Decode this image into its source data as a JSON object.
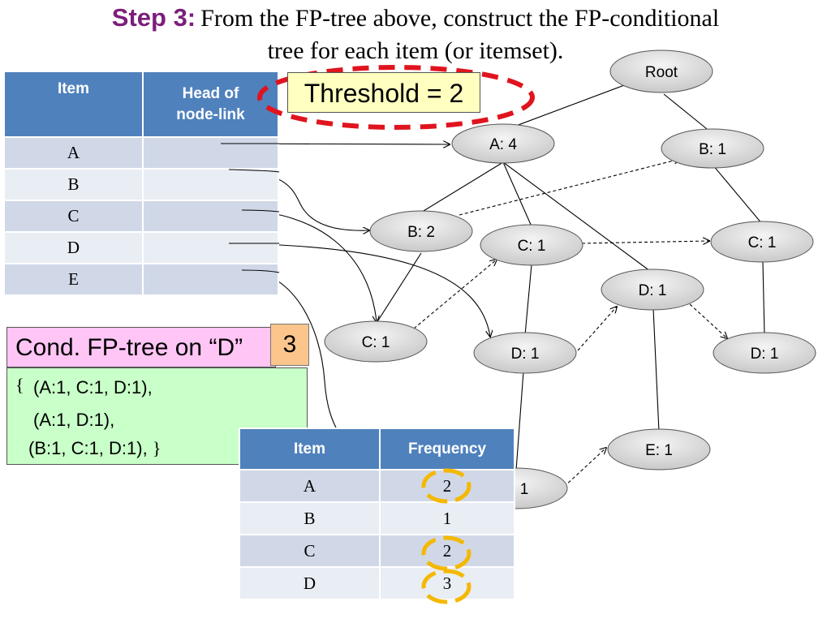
{
  "title": {
    "step": "Step 3:",
    "line1": "From the FP-tree above, construct the FP-conditional",
    "line2": "tree for each item (or itemset)."
  },
  "header_table": {
    "columns": [
      "Item",
      "Head of\nnode-link"
    ],
    "items": [
      "A",
      "B",
      "C",
      "D",
      "E"
    ]
  },
  "threshold": {
    "label": "Threshold = 2"
  },
  "tree_nodes": {
    "root": "Root",
    "a4": "A: 4",
    "b1_right": "B: 1",
    "b2": "B: 2",
    "c1_mid": "C: 1",
    "c1_right": "C: 1",
    "c1_left": "C: 1",
    "d1_upper": "D: 1",
    "d1_mid": "D: 1",
    "d1_right": "D: 1",
    "e1_lower": "E: 1",
    "partial_node": "1"
  },
  "conditional_tree": {
    "title": "Cond. FP-tree on “D”",
    "badge": "3",
    "open_brace": "{",
    "close_brace": "}",
    "line1": "(A:1, C:1, D:1),",
    "line2": "(A:1, D:1),",
    "line3": "(B:1, C:1, D:1),"
  },
  "frequency_table": {
    "columns": [
      "Item",
      "Frequency"
    ],
    "rows": [
      {
        "item": "A",
        "freq": "2"
      },
      {
        "item": "B",
        "freq": "1"
      },
      {
        "item": "C",
        "freq": "2"
      },
      {
        "item": "D",
        "freq": "3"
      }
    ]
  },
  "colors": {
    "title_step": "#7b1e7a",
    "table_header": "#4f81bd",
    "row_odd": "#d0d8e8",
    "row_even": "#e9edf4",
    "threshold_fill": "#ffffc0",
    "threshold_ring": "#e0141e",
    "cond_title_fill": "#ffc5f5",
    "cond_body_fill": "#c9ffc9",
    "badge_fill": "#fbc58c",
    "highlight_circle": "#f5b800",
    "node_fill": "#d9d9d9"
  }
}
